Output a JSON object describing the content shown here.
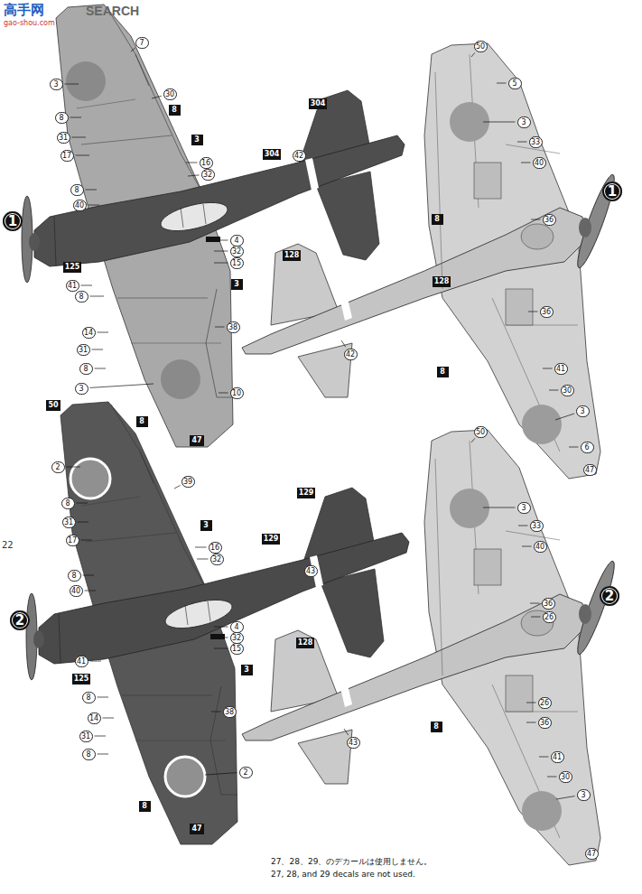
{
  "diagram": {
    "labels": [
      "高手网",
      "SEARCH",
      "gao-shou.com",
      "1",
      "7",
      "3",
      "8",
      "30",
      "8",
      "31",
      "17",
      "3",
      "16",
      "32",
      "8",
      "40",
      "125",
      "41",
      "4",
      "32",
      "15",
      "3",
      "8",
      "14",
      "38",
      "31",
      "8",
      "3",
      "10",
      "8",
      "47",
      "304",
      "42",
      "304",
      "1",
      "50",
      "5",
      "3",
      "33",
      "40",
      "8",
      "36",
      "128",
      "128",
      "42",
      "36",
      "8",
      "41",
      "30",
      "3",
      "6",
      "47",
      "2",
      "50",
      "2",
      "8",
      "31",
      "17",
      "39",
      "3",
      "16",
      "32",
      "8",
      "40",
      "129",
      "43",
      "129",
      "4",
      "32",
      "15",
      "3",
      "125",
      "41",
      "8",
      "14",
      "31",
      "38",
      "8",
      "2",
      "8",
      "47",
      "2",
      "50",
      "3",
      "33",
      "40",
      "36",
      "26",
      "128",
      "26",
      "36",
      "43",
      "8",
      "41",
      "30",
      "3",
      "47",
      "22",
      "27、28、29、のデカールは使用しません。",
      "27, 28, and 29 decals are not used."
    ]
  }
}
